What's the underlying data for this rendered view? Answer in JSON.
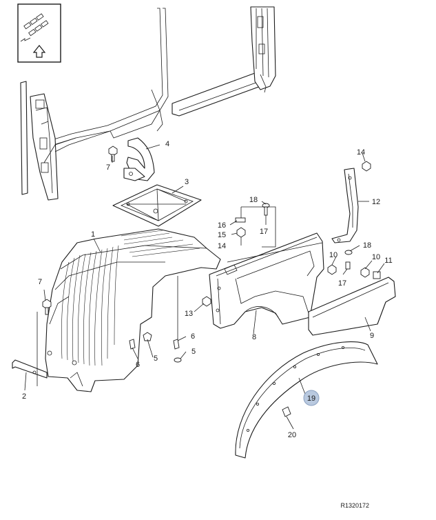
{
  "callouts": [
    {
      "id": "c1",
      "label": "1"
    },
    {
      "id": "c2",
      "label": "2"
    },
    {
      "id": "c3",
      "label": "3"
    },
    {
      "id": "c4",
      "label": "4"
    },
    {
      "id": "c5a",
      "label": "5"
    },
    {
      "id": "c5b",
      "label": "5"
    },
    {
      "id": "c6a",
      "label": "6"
    },
    {
      "id": "c6b",
      "label": "6"
    },
    {
      "id": "c7a",
      "label": "7"
    },
    {
      "id": "c7b",
      "label": "7"
    },
    {
      "id": "c8",
      "label": "8"
    },
    {
      "id": "c9",
      "label": "9"
    },
    {
      "id": "c10a",
      "label": "10"
    },
    {
      "id": "c10b",
      "label": "10"
    },
    {
      "id": "c11",
      "label": "11"
    },
    {
      "id": "c12",
      "label": "12"
    },
    {
      "id": "c13",
      "label": "13"
    },
    {
      "id": "c14a",
      "label": "14"
    },
    {
      "id": "c14b",
      "label": "14"
    },
    {
      "id": "c15",
      "label": "15"
    },
    {
      "id": "c16",
      "label": "16"
    },
    {
      "id": "c17a",
      "label": "17"
    },
    {
      "id": "c17b",
      "label": "17"
    },
    {
      "id": "c18a",
      "label": "18"
    },
    {
      "id": "c18b",
      "label": "18"
    },
    {
      "id": "c19",
      "label": "19",
      "highlighted": true
    },
    {
      "id": "c20",
      "label": "20"
    }
  ],
  "reference_code": "R1320172",
  "icons": {
    "view_indicator": "vehicle-direction-icon"
  },
  "colors": {
    "highlight_fill": "#b9c9df",
    "highlight_stroke": "#8aa0c0"
  }
}
